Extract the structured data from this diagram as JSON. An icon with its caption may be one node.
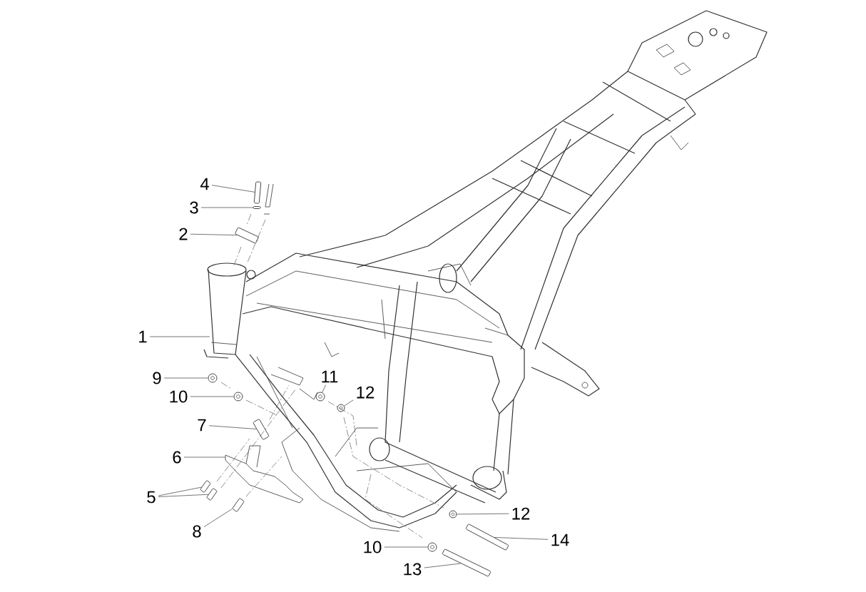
{
  "diagram": {
    "nodes": [
      {
        "text": [
          "4"
        ]
      },
      {
        "text": [
          "3"
        ]
      },
      {
        "text": [
          "2"
        ]
      },
      {
        "text": [
          "1"
        ]
      },
      {
        "text": [
          "9"
        ]
      },
      {
        "text": [
          "11"
        ]
      },
      {
        "text": [
          "10"
        ]
      },
      {
        "text": [
          "12"
        ]
      },
      {
        "text": [
          "7"
        ]
      },
      {
        "text": [
          "6"
        ]
      },
      {
        "text": [
          "5"
        ]
      },
      {
        "text": [
          "8"
        ]
      },
      {
        "text": [
          "12"
        ]
      },
      {
        "text": [
          "14"
        ]
      },
      {
        "text": [
          "10"
        ]
      },
      {
        "text": [
          "13"
        ]
      },
      {
        "text": [],
        "shape": "picture"
      },
      {
        "text": [],
        "shape": "picture"
      },
      {
        "text": [],
        "shape": "picture"
      },
      {
        "text": [],
        "shape": "circle"
      },
      {
        "text": [],
        "shape": "circle"
      },
      {
        "text": [],
        "shape": "circle"
      },
      {
        "text": [],
        "shape": "circle"
      },
      {
        "text": [],
        "shape": "picture"
      },
      {
        "text": [],
        "shape": "picture"
      },
      {
        "text": [],
        "shape": "picture"
      },
      {
        "text": [],
        "shape": "picture"
      },
      {
        "text": [],
        "shape": "circle"
      },
      {
        "text": [],
        "shape": "picture"
      },
      {
        "text": [],
        "shape": "circle"
      },
      {
        "text": [],
        "shape": "picture"
      }
    ],
    "edges": [
      {
        "from": 0,
        "to": 16,
        "arrow": "none"
      },
      {
        "from": 1,
        "to": 17,
        "arrow": "none"
      },
      {
        "from": 2,
        "to": 18,
        "arrow": "none"
      },
      {
        "from": 3,
        "to": null,
        "arrow": "none"
      },
      {
        "from": 4,
        "to": 19,
        "arrow": "none"
      },
      {
        "from": 5,
        "to": 20,
        "arrow": "none"
      },
      {
        "from": 6,
        "to": 21,
        "arrow": "none"
      },
      {
        "from": 7,
        "to": 22,
        "arrow": "none"
      },
      {
        "from": 8,
        "to": 23,
        "arrow": "none"
      },
      {
        "from": 9,
        "to": null,
        "arrow": "none"
      },
      {
        "from": 10,
        "to": 24,
        "arrow": "none"
      },
      {
        "from": 10,
        "to": 25,
        "arrow": "none"
      },
      {
        "from": 11,
        "to": 26,
        "arrow": "none"
      },
      {
        "from": 12,
        "to": 27,
        "arrow": "none"
      },
      {
        "from": 13,
        "to": 28,
        "arrow": "none"
      },
      {
        "from": 14,
        "to": 29,
        "arrow": "none"
      },
      {
        "from": 15,
        "to": 30,
        "arrow": "none"
      }
    ]
  }
}
